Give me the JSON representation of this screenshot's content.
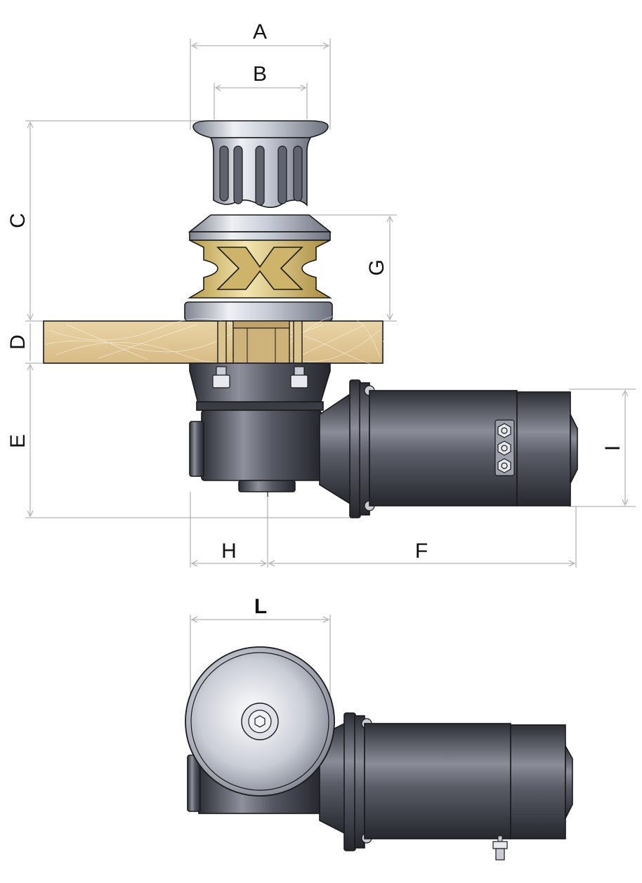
{
  "drawing": {
    "labels": {
      "a": "A",
      "b": "B",
      "c": "C",
      "d": "D",
      "e": "E",
      "f": "F",
      "g": "G",
      "h": "H",
      "i": "I",
      "l": "L"
    },
    "colors": {
      "deck": "#e2c99a",
      "gypsy_brass": "#e8d48a",
      "metal_light": "#dfe3ea",
      "motor_dark": "#4a4c55",
      "dimension_line": "#b5b5b5"
    }
  }
}
